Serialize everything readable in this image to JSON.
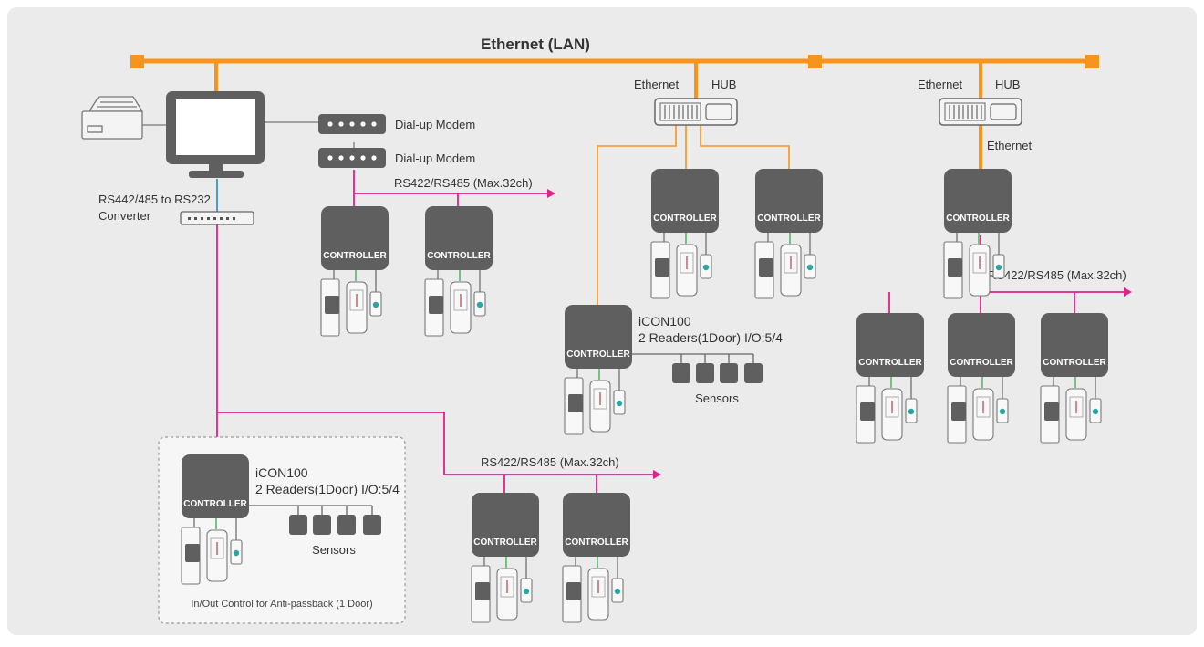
{
  "colors": {
    "background": "#ebebeb",
    "ethernet": "#f7941d",
    "rs485": "#e0218a",
    "serial": "#4a9bd4",
    "device": "#5f5f5f",
    "reader_led": "#2aa7a1",
    "green_line": "#3db34a"
  },
  "title": "Ethernet (LAN)",
  "labels": {
    "dialup_modem_1": "Dial-up Modem",
    "dialup_modem_2": "Dial-up Modem",
    "converter_line1": "RS442/485 to RS232",
    "converter_line2": "Converter",
    "rs_a": "RS422/RS485 (Max.32ch)",
    "rs_b": "RS422/RS485 (Max.32ch)",
    "rs_c": "RS422/RS485 (Max.32ch)",
    "hub1_ethernet": "Ethernet",
    "hub1_hub": "HUB",
    "hub2_ethernet": "Ethernet",
    "hub2_hub": "HUB",
    "hub2_link": "Ethernet",
    "icon_a_name": "iCON100",
    "icon_a_desc": "2 Readers(1Door) I/O:5/4",
    "icon_a_sensors": "Sensors",
    "icon_b_name": "iCON100",
    "icon_b_desc": "2 Readers(1Door) I/O:5/4",
    "icon_b_sensors": "Sensors",
    "antipassback": "In/Out Control for Anti-passback (1 Door)"
  },
  "controller_label": "CONTROLLER",
  "icons": [
    "printer-icon",
    "monitor-icon",
    "modem-icon",
    "converter-icon",
    "hub-icon",
    "controller-icon",
    "reader-icon",
    "exit-button-icon",
    "sensor-icon"
  ]
}
